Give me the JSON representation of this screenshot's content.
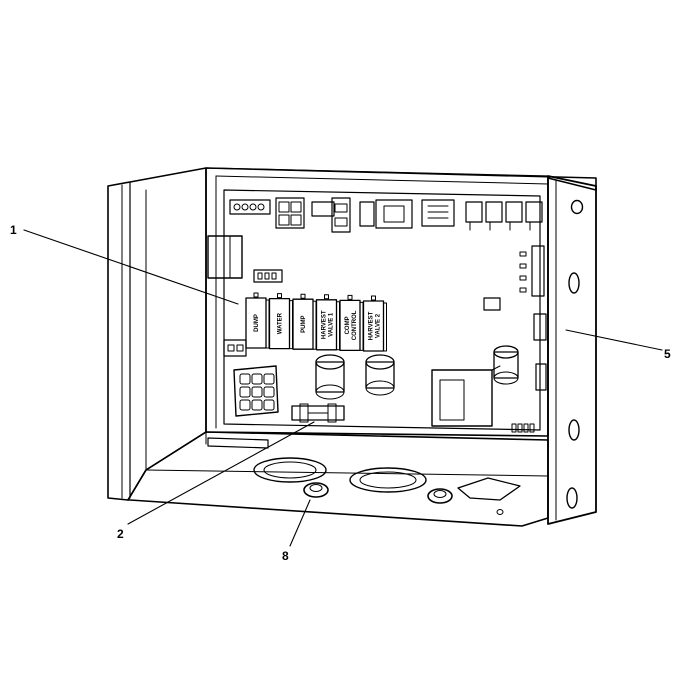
{
  "callouts": [
    {
      "id": "1",
      "label": "1"
    },
    {
      "id": "2",
      "label": "2"
    },
    {
      "id": "5",
      "label": "5"
    },
    {
      "id": "8",
      "label": "8"
    }
  ],
  "relays": [
    {
      "line1": "DUMP",
      "line2": ""
    },
    {
      "line1": "WATER",
      "line2": ""
    },
    {
      "line1": "PUMP",
      "line2": ""
    },
    {
      "line1": "HARVEST",
      "line2": "VALVE 1"
    },
    {
      "line1": "COMP",
      "line2": "CONTROL"
    },
    {
      "line1": "HARVEST",
      "line2": "VALVE 2"
    }
  ]
}
